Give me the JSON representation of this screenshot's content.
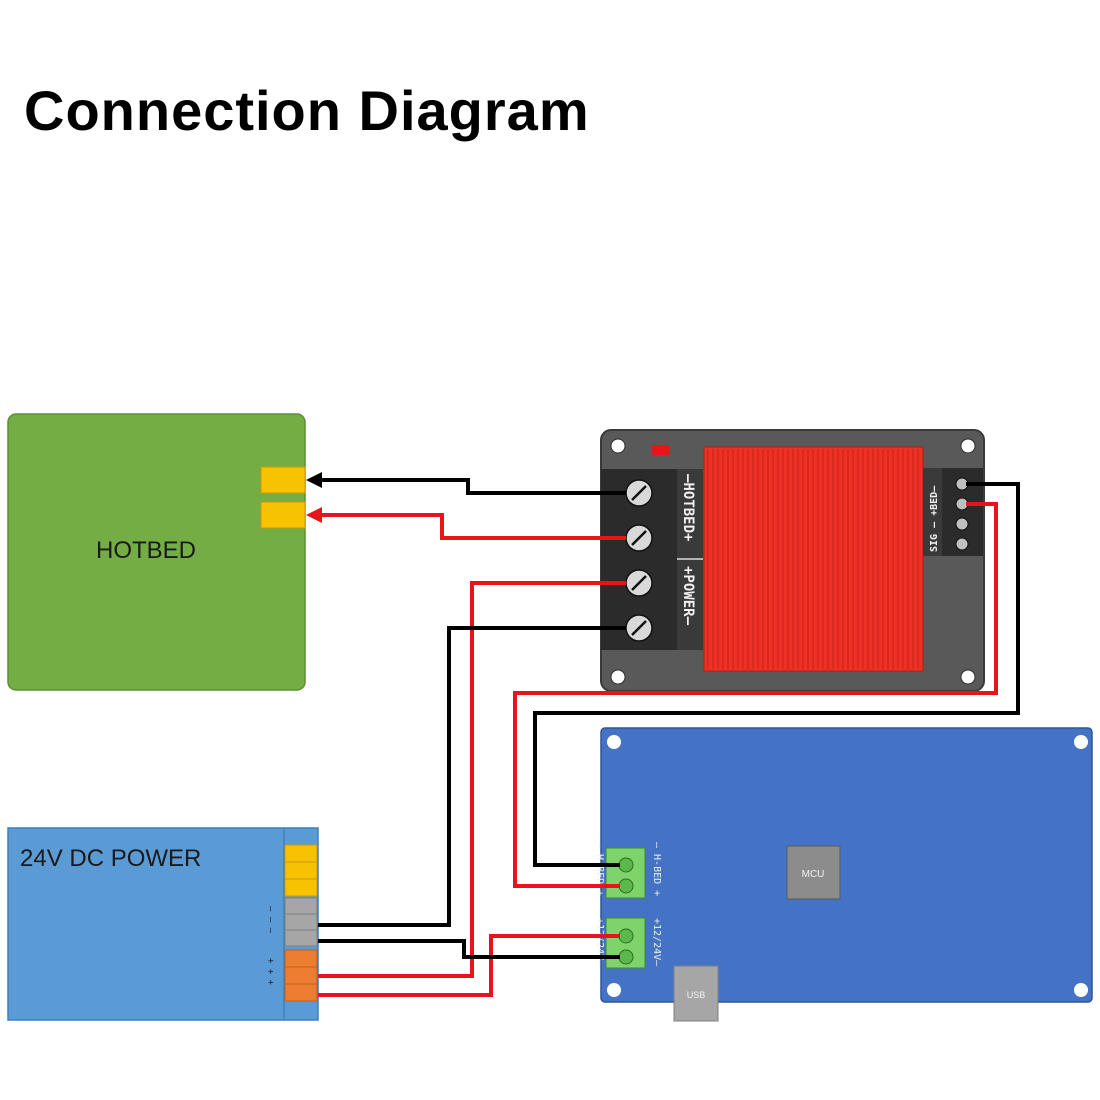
{
  "title": "Connection Diagram",
  "hotbed": {
    "label": "HOTBED",
    "color": "#73ad43",
    "terminal_color": "#f7c300"
  },
  "power_supply": {
    "label": "24V DC POWER",
    "color": "#5b9bd5",
    "minus_marks": "– – –",
    "plus_marks": "+ + +",
    "terminal_colors": {
      "unused": "#f7c300",
      "negative": "#a6a6a6",
      "positive": "#ed7d31"
    }
  },
  "mosfet_module": {
    "color": "#555555",
    "heatsink_color": "#ee3124",
    "hotbed_label": "–HOTBED+",
    "power_label": "+POWER–",
    "signal_label": "SIG – +BED–"
  },
  "controller_board": {
    "color": "#4472c4",
    "mcu_label": "MCU",
    "usb_label": "USB",
    "hbed_left_label": "– H-BED +",
    "hbed_right_label": "– H-BED +",
    "power_left_label": "+12/24V–",
    "power_right_label": "+12/24V–",
    "terminal_color": "#7ed36b"
  },
  "wires": {
    "positive_color": "#e8141b",
    "negative_color": "#000000"
  }
}
